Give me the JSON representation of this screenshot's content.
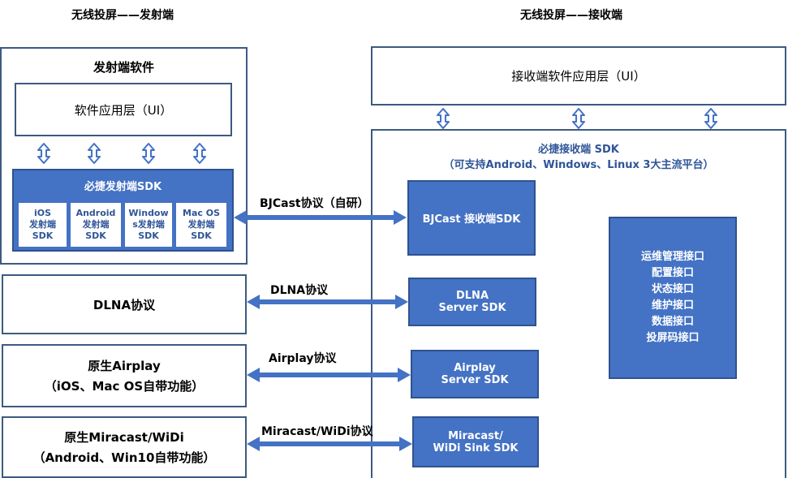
{
  "headers": {
    "sender": "无线投屏——发射端",
    "receiver": "无线投屏——接收端"
  },
  "sender": {
    "title": "发射端软件",
    "app_layer": "软件应用层（UI）",
    "sdk_title": "必捷发射端SDK",
    "sdk_items": [
      {
        "lines": [
          "iOS",
          "发射端",
          "SDK"
        ]
      },
      {
        "lines": [
          "Android",
          "发射端",
          "SDK"
        ]
      },
      {
        "lines": [
          "Window",
          "s发射端",
          "SDK"
        ]
      },
      {
        "lines": [
          "Mac OS",
          "发射端",
          "SDK"
        ]
      }
    ],
    "dlna": "DLNA协议",
    "airplay": {
      "line1": "原生Airplay",
      "line2": "（iOS、Mac OS自带功能）"
    },
    "miracast": {
      "line1": "原生Miracast/WiDi",
      "line2": "（Android、Win10自带功能）"
    }
  },
  "protocols": {
    "bjcast": "BJCast协议（自研）",
    "dlna": "DLNA协议",
    "airplay": "Airplay协议",
    "miracast": "Miracast/WiDi协议"
  },
  "receiver": {
    "app_layer": "接收端软件应用层（UI）",
    "sdk_title": "必捷接收端 SDK",
    "sdk_subtitle": "（可支持Android、Windows、Linux 3大主流平台）",
    "bjcast_sdk": "BJCast 接收端SDK",
    "dlna_sdk": {
      "line1": "DLNA",
      "line2": "Server SDK"
    },
    "airplay_sdk": {
      "line1": "Airplay",
      "line2": "Server SDK"
    },
    "miracast_sdk": {
      "line1": "Miracast/",
      "line2": "WiDi Sink SDK"
    },
    "interfaces": [
      "运维管理接口",
      "配置接口",
      "状态接口",
      "维护接口",
      "数据接口",
      "投屏码接口"
    ]
  },
  "colors": {
    "accent": "#4472c4",
    "border": "#3d5a80",
    "arrow": "#4472c4"
  }
}
